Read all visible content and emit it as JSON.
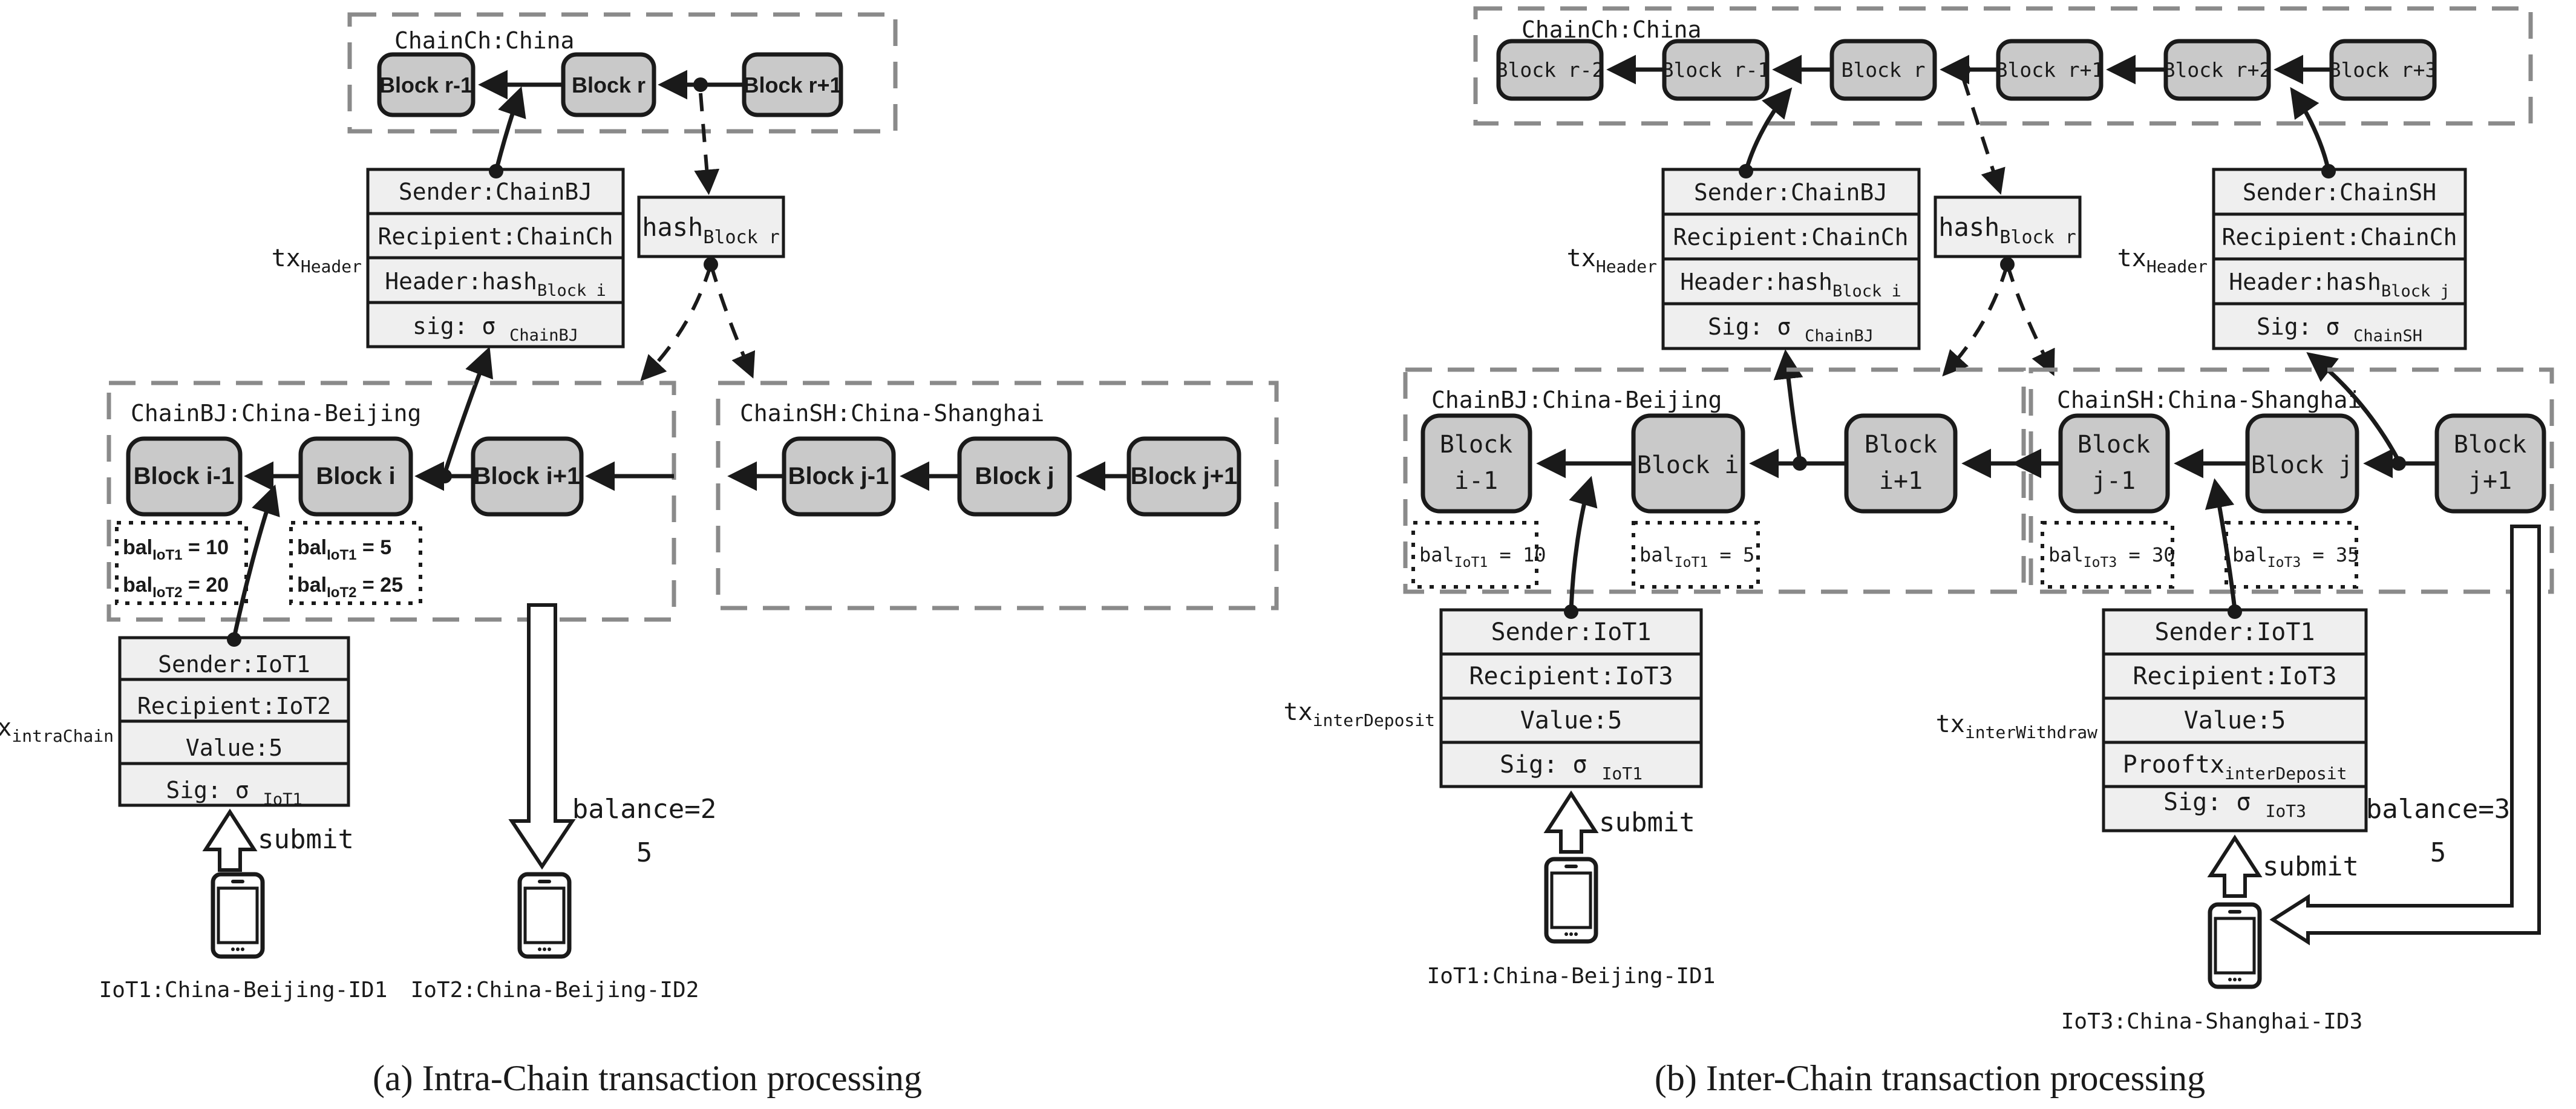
{
  "theme": {
    "background": "#ffffff",
    "block_fill": "#c9c9c9",
    "panel_fill": "#efefef",
    "ink": "#1a1a1a",
    "dash_gray": "#8a8a8a"
  },
  "labels": {
    "submit": "submit"
  },
  "left": {
    "caption": "(a) Intra-Chain transaction processing",
    "chainch": {
      "label": "ChainCh:China",
      "blocks": [
        "Block r-1",
        "Block r",
        "Block r+1"
      ]
    },
    "tx_header": {
      "label": {
        "main": "tx",
        "sub": "Header"
      },
      "rows": [
        {
          "pre": "Sender:ChainBJ",
          "sub": ""
        },
        {
          "pre": "Recipient:ChainCh",
          "sub": ""
        },
        {
          "pre": "Header:hash",
          "sub": "Block i"
        },
        {
          "pre": "sig: σ ",
          "sub": "ChainBJ"
        }
      ]
    },
    "hash": {
      "main": "hash",
      "sub": "Block r"
    },
    "chainbj": {
      "label": "ChainBJ:China-Beijing",
      "blocks": [
        "Block i-1",
        "Block i",
        "Block i+1"
      ],
      "bal_a": [
        {
          "main": "bal",
          "sub": "IoT1",
          "val": " = 10"
        },
        {
          "main": "bal",
          "sub": "IoT2",
          "val": " = 20"
        }
      ],
      "bal_b": [
        {
          "main": "bal",
          "sub": "IoT1",
          "val": " = 5"
        },
        {
          "main": "bal",
          "sub": "IoT2",
          "val": " = 25"
        }
      ]
    },
    "chainsh": {
      "label": "ChainSH:China-Shanghai",
      "blocks": [
        "Block j-1",
        "Block j",
        "Block j+1"
      ]
    },
    "tx_intra": {
      "label": {
        "main": "tx",
        "sub": "intraChain"
      },
      "rows": [
        {
          "pre": "Sender:IoT1",
          "sub": ""
        },
        {
          "pre": "Recipient:IoT2",
          "sub": ""
        },
        {
          "pre": "Value:5",
          "sub": ""
        },
        {
          "pre": "Sig: σ ",
          "sub": "IoT1"
        }
      ]
    },
    "balance": {
      "line1": "balance=2",
      "line2": "5"
    },
    "iot1": "IoT1:China-Beijing-ID1",
    "iot2": "IoT2:China-Beijing-ID2"
  },
  "right": {
    "caption": "(b) Inter-Chain transaction processing",
    "chainch": {
      "label": "ChainCh:China",
      "blocks": [
        "Block r-2",
        "Block r-1",
        "Block r",
        "Block r+1",
        "Block r+2",
        "Block r+3"
      ]
    },
    "tx_header_bj": {
      "label": {
        "main": "tx",
        "sub": "Header"
      },
      "rows": [
        {
          "pre": "Sender:ChainBJ",
          "sub": ""
        },
        {
          "pre": "Recipient:ChainCh",
          "sub": ""
        },
        {
          "pre": "Header:hash",
          "sub": "Block i"
        },
        {
          "pre": "Sig: σ ",
          "sub": "ChainBJ"
        }
      ]
    },
    "tx_header_sh": {
      "label": {
        "main": "tx",
        "sub": "Header"
      },
      "rows": [
        {
          "pre": "Sender:ChainSH",
          "sub": ""
        },
        {
          "pre": "Recipient:ChainCh",
          "sub": ""
        },
        {
          "pre": "Header:hash",
          "sub": "Block j"
        },
        {
          "pre": "Sig: σ ",
          "sub": "ChainSH"
        }
      ]
    },
    "hash": {
      "main": "hash",
      "sub": "Block r"
    },
    "chainbj": {
      "label": "ChainBJ:China-Beijing",
      "blocks": [
        {
          "l1": "Block",
          "l2": "i-1"
        },
        {
          "l1": "Block i",
          "l2": ""
        },
        {
          "l1": "Block",
          "l2": "i+1"
        }
      ],
      "bal_a": [
        {
          "main": "bal",
          "sub": "IoT1",
          "val": " = 10"
        }
      ],
      "bal_b": [
        {
          "main": "bal",
          "sub": "IoT1",
          "val": " = 5"
        }
      ]
    },
    "chainsh": {
      "label": "ChainSH:China-Shanghai",
      "blocks": [
        {
          "l1": "Block",
          "l2": "j-1"
        },
        {
          "l1": "Block j",
          "l2": ""
        },
        {
          "l1": "Block",
          "l2": "j+1"
        }
      ],
      "bal_a": [
        {
          "main": "bal",
          "sub": "IoT3",
          "val": " = 30"
        }
      ],
      "bal_b": [
        {
          "main": "bal",
          "sub": "IoT3",
          "val": " = 35"
        }
      ]
    },
    "tx_deposit": {
      "label": {
        "main": "tx",
        "sub": "interDeposit"
      },
      "rows": [
        {
          "pre": "Sender:IoT1",
          "sub": ""
        },
        {
          "pre": "Recipient:IoT3",
          "sub": ""
        },
        {
          "pre": "Value:5",
          "sub": ""
        },
        {
          "pre": "Sig: σ ",
          "sub": "IoT1"
        }
      ]
    },
    "tx_withdraw": {
      "label": {
        "main": "tx",
        "sub": "interWithdraw"
      },
      "rows": [
        {
          "pre": "Sender:IoT1",
          "sub": ""
        },
        {
          "pre": "Recipient:IoT3",
          "sub": ""
        },
        {
          "pre": "Value:5",
          "sub": ""
        },
        {
          "pre": "Prooftx",
          "sub": "interDeposit"
        },
        {
          "pre": "Sig: σ ",
          "sub": "IoT3"
        }
      ]
    },
    "balance": {
      "line1": "balance=3",
      "line2": "5"
    },
    "iot1": "IoT1:China-Beijing-ID1",
    "iot3": "IoT3:China-Shanghai-ID3"
  }
}
